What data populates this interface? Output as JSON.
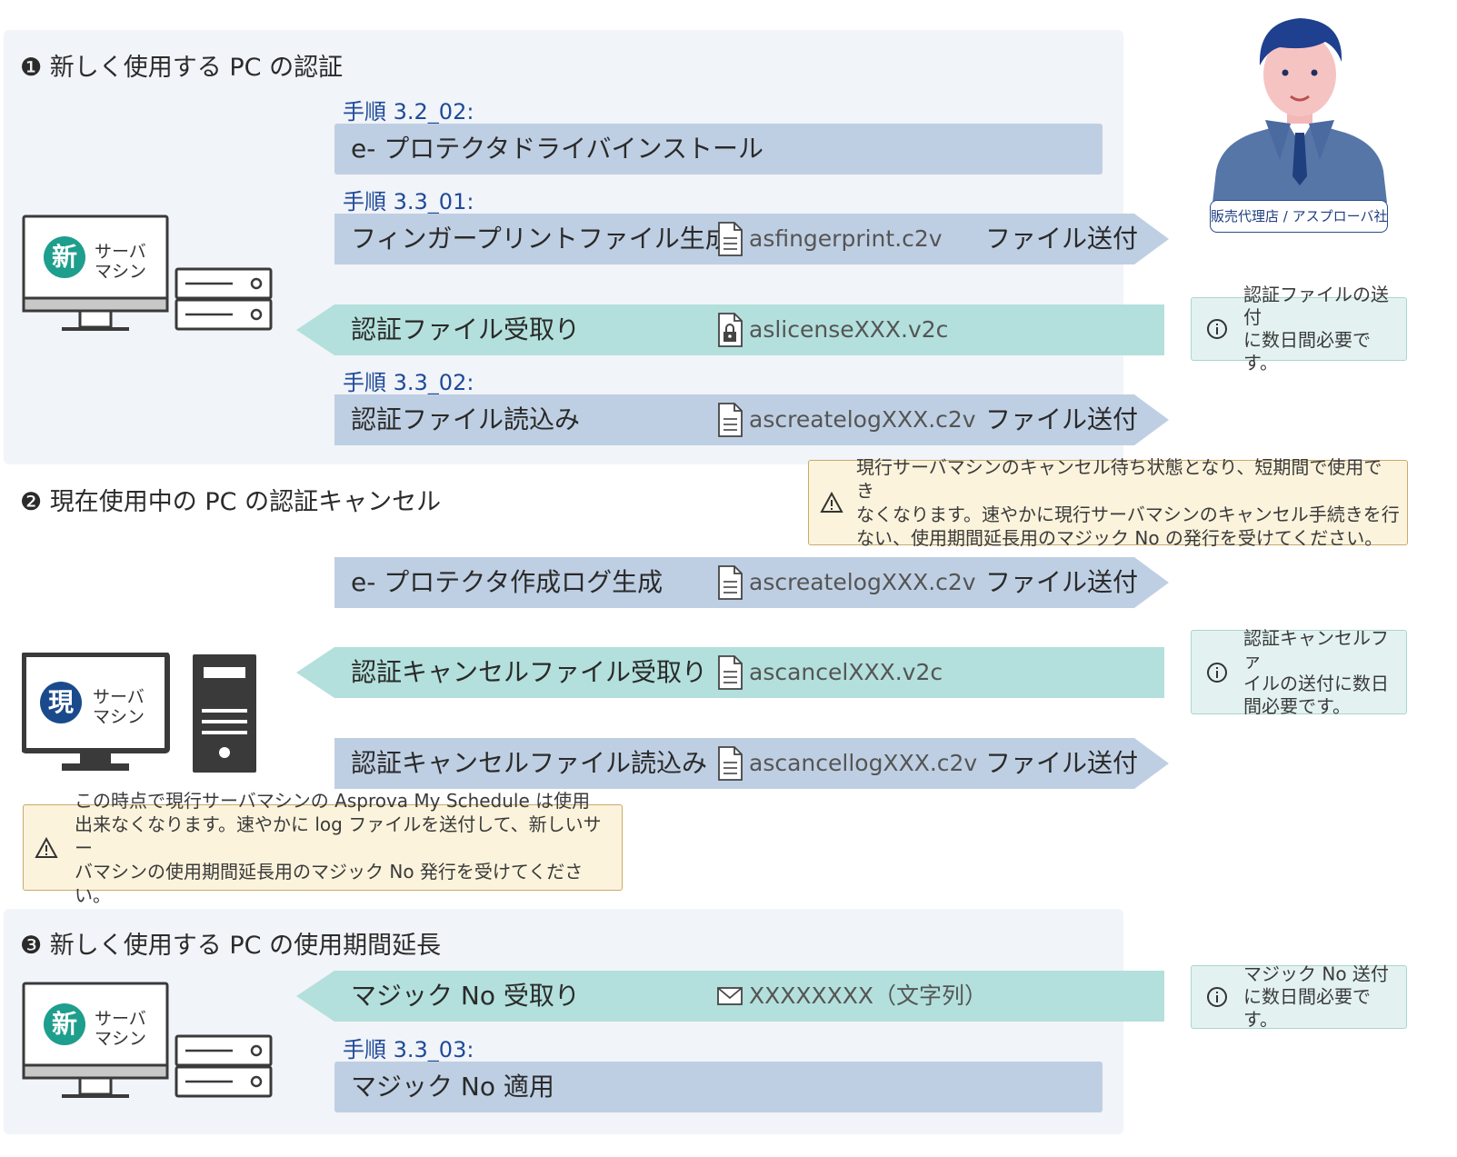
{
  "section1": {
    "title": "❶ 新しく使用する PC の認証",
    "pc_badge": "新",
    "pc_label_line1": "サーバ",
    "pc_label_line2": "マシン",
    "step_a": "手順 3.2_02:",
    "bar_a": "e- プロテクタドライバインストール",
    "step_b": "手順 3.3_01:",
    "bar_b": {
      "label": "フィンガープリントファイル生成",
      "file": "asfingerprint.c2v",
      "send": "ファイル送付"
    },
    "bar_c": {
      "label": "認証ファイル受取り",
      "file": "aslicenseXXX.v2c"
    },
    "step_c": "手順 3.3_02:",
    "bar_d": {
      "label": "認証ファイル読込み",
      "file": "ascreatelogXXX.c2v",
      "send": "ファイル送付"
    },
    "info": [
      "認証ファイルの送付",
      "に数日間必要です。"
    ]
  },
  "dealer": {
    "label": "販売代理店 / アスプローバ社"
  },
  "section2": {
    "title": "❷ 現在使用中の PC の認証キャンセル",
    "pc_badge": "現",
    "pc_label_line1": "サーバ",
    "pc_label_line2": "マシン",
    "warn_top": [
      "現行サーバマシンのキャンセル待ち状態となり、短期間で使用でき",
      "なくなります。速やかに現行サーバマシンのキャンセル手続きを行",
      "ない、使用期間延長用のマジック No の発行を受けてください。"
    ],
    "bar_a": {
      "label": "e- プロテクタ作成ログ生成",
      "file": "ascreatelogXXX.c2v",
      "send": "ファイル送付"
    },
    "bar_b": {
      "label": "認証キャンセルファイル受取り",
      "file": "ascancelXXX.v2c"
    },
    "bar_c": {
      "label": "認証キャンセルファイル読込み",
      "file": "ascancellogXXX.c2v",
      "send": "ファイル送付"
    },
    "info": [
      "認証キャンセルファ",
      "イルの送付に数日",
      "間必要です。"
    ],
    "warn_bottom": [
      "この時点で現行サーバマシンの Asprova My Schedule は使用",
      "出来なくなります。速やかに log ファイルを送付して、新しいサー",
      "バマシンの使用期間延長用のマジック No 発行を受けてください。"
    ]
  },
  "section3": {
    "title": "❸ 新しく使用する PC の使用期間延長",
    "pc_badge": "新",
    "pc_label_line1": "サーバ",
    "pc_label_line2": "マシン",
    "bar_a": {
      "label": "マジック No 受取り",
      "file": "XXXXXXXX（文字列）"
    },
    "step_a": "手順 3.3_03:",
    "bar_b": "マジック No 適用",
    "info": [
      "マジック No 送付",
      "に数日間必要です。"
    ]
  },
  "colors": {
    "blue_bar": "#bfcfe3",
    "teal_bar": "#b3e0dc",
    "panel": "#f1f4f8",
    "step_text": "#1f4a9a",
    "badge_new": "#1e9e8c",
    "badge_cur": "#1a4a8c",
    "warn_bg": "#fbf3dc",
    "info_bg": "#e3f2f0"
  },
  "icons": [
    "document-icon",
    "lock-document-icon",
    "envelope-icon",
    "info-icon",
    "warning-icon",
    "monitor-icon",
    "server-icon",
    "tower-pc-icon",
    "person-icon"
  ]
}
